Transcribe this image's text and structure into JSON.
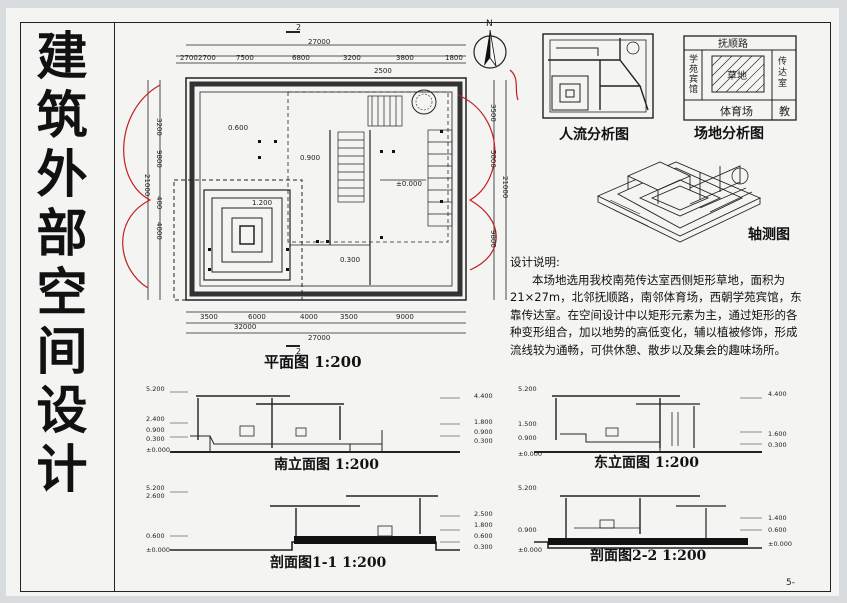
{
  "title": "建筑外部空间设计",
  "plan": {
    "caption": "平面图 1:200",
    "north": "N",
    "section_mark": "2",
    "dims_top": [
      "2700",
      "2700",
      "7500",
      "6800",
      "3200",
      "3800",
      "1800"
    ],
    "dims_top_small": "2500",
    "dims_overall": "27000",
    "dims_bottom": [
      "3500",
      "6000",
      "4000",
      "3500",
      "9000"
    ],
    "dims_bottom2": "32000",
    "dims_left": [
      "3200",
      "9800",
      "400",
      "4000",
      "21000"
    ],
    "dims_right": [
      "3500",
      "5000",
      "9800",
      "21000"
    ],
    "elevations": [
      "0.600",
      "0.900",
      "±0.000",
      "1.200",
      "0.300"
    ]
  },
  "people_flow": {
    "caption": "人流分析图"
  },
  "site": {
    "caption": "场地分析图",
    "top": "抚顺路",
    "left": "学苑宾馆",
    "center": "草地",
    "right": "传达室",
    "bottom": "体育场",
    "bottom_right": "教"
  },
  "axo": {
    "caption": "轴测图"
  },
  "description": {
    "heading": "设计说明:",
    "text": "本场地选用我校南苑传达室西侧矩形草地，面积为21×27m，北邻抚顺路，南邻体育场，西朝学苑宾馆，东靠传达室。在空间设计中以矩形元素为主，通过矩形的各种变形组合，加以地势的高低变化，辅以植被修饰，形成流线较为通畅，可供休憩、散步以及集会的趣味场所。"
  },
  "elev_south": {
    "caption": "南立面图 1:200",
    "left": [
      "5.200",
      "2.400",
      "0.900",
      "0.300",
      "±0.000"
    ],
    "right": [
      "4.400",
      "1.800",
      "0.900",
      "0.300"
    ]
  },
  "elev_east": {
    "caption": "东立面图 1:200",
    "left": [
      "5.200",
      "1.500",
      "0.900",
      "±0.000"
    ],
    "right": [
      "4.400",
      "1.600",
      "0.300"
    ]
  },
  "sec_11": {
    "caption": "剖面图1-1 1:200",
    "left": [
      "5.200",
      "2.600",
      "0.600",
      "±0.000"
    ],
    "right": [
      "2.500",
      "1.800",
      "0.600",
      "0.300"
    ]
  },
  "sec_22": {
    "caption": "剖面图2-2 1:200",
    "left": [
      "5.200",
      "0.900",
      "±0.000"
    ],
    "right": [
      "1.400",
      "0.600",
      "±0.000"
    ]
  },
  "page_no": "5-"
}
